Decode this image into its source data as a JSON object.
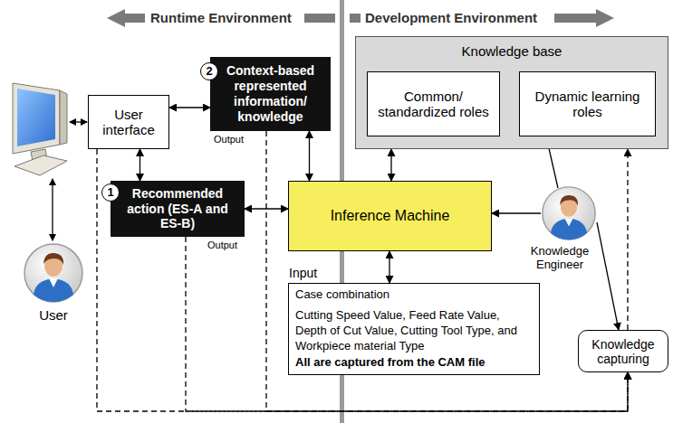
{
  "diagram": {
    "nodes": [
      {
        "text": [
          "User interface"
        ]
      },
      {
        "text": [
          "Context-based represented information/ knowledge"
        ]
      },
      {
        "text": [
          "Recommended action (ES-A and ES-B)"
        ]
      },
      {
        "text": [
          "Knowledge base"
        ]
      },
      {
        "text": [
          "Common/ standardized roles"
        ],
        "in": 3
      },
      {
        "text": [
          "Dynamic learning roles"
        ],
        "in": 3
      },
      {
        "text": [
          "Inference Machine"
        ]
      },
      {
        "text": [
          "Input",
          "Case combination",
          "Cutting Speed Value, Feed Rate Value, Depth of Cut Value, Cutting Tool Type, and Workpiece material Type",
          "All are captured from the CAM file"
        ]
      },
      {
        "text": [
          "Knowledge capturing"
        ]
      },
      {
        "text": [
          "User"
        ]
      },
      {
        "text": [
          "Knowledge Engineer"
        ]
      }
    ],
    "edges": [
      {
        "from": 0,
        "to": 1,
        "arrow": "both"
      },
      {
        "from": 0,
        "to": 2,
        "arrow": "both"
      },
      {
        "from": 2,
        "to": 6,
        "arrow": "both"
      },
      {
        "from": 1,
        "to": 6,
        "arrow": "both"
      },
      {
        "from": 6,
        "to": 3,
        "arrow": "both"
      },
      {
        "from": 6,
        "to": 7,
        "arrow": "both"
      },
      {
        "from": 10,
        "to": 6,
        "arrow": "to"
      },
      {
        "from": 10,
        "to": 5,
        "arrow": "to"
      },
      {
        "from": 10,
        "to": 8,
        "arrow": "to"
      },
      {
        "from": 8,
        "to": 3,
        "arrow": "to"
      },
      {
        "from": 0,
        "to": 8,
        "arrow": "to"
      },
      {
        "from": 2,
        "to": 8,
        "arrow": "to"
      },
      {
        "from": 1,
        "to": 8,
        "arrow": "to"
      }
    ],
    "labels": [
      "Runtime Environment",
      "Development Environment",
      "2",
      "Output",
      "1",
      "Output"
    ]
  }
}
